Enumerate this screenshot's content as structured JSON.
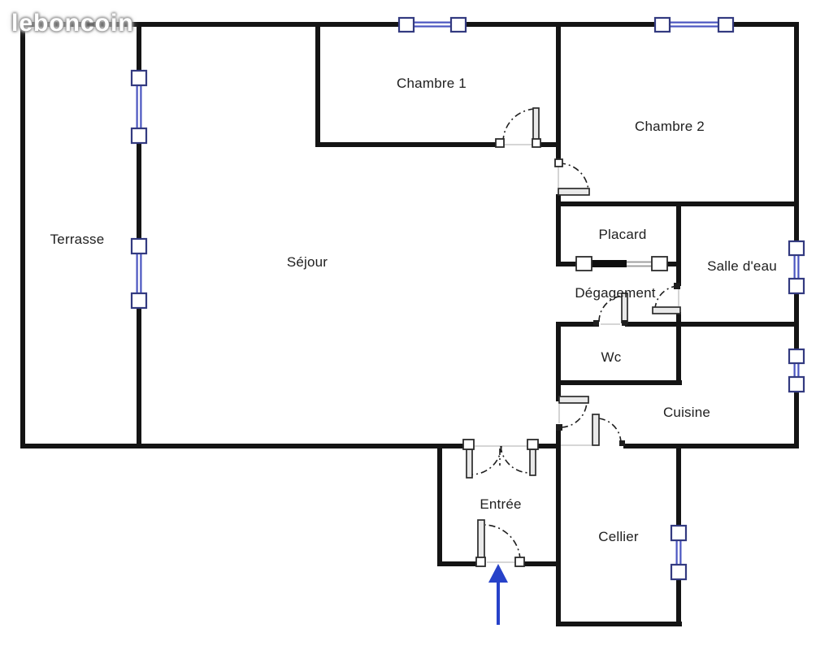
{
  "watermark": {
    "brand": "leboncoin"
  },
  "plan": {
    "rooms": {
      "terrasse": "Terrasse",
      "sejour": "Séjour",
      "chambre1": "Chambre 1",
      "chambre2": "Chambre 2",
      "placard": "Placard",
      "salle_deau": "Salle d'eau",
      "degagement": "Dégagement",
      "wc": "Wc",
      "cuisine": "Cuisine",
      "entree": "Entrée",
      "cellier": "Cellier"
    }
  },
  "colors": {
    "background": "#ffffff",
    "wall": "#141414",
    "window_line": "#4a55c0",
    "window_frame": "#333a80",
    "window_fill": "#ffffff",
    "door_fill": "#e9e9e9",
    "door_stroke": "#2b2b2b",
    "arc": "#1f1f1f",
    "open_line": "#c9c9c9",
    "slider_bar": "#0e0e0e",
    "slider_line": "#a0a0a0",
    "arrow": "#2742c9",
    "label": "#202020",
    "watermark": "#ffffff"
  }
}
